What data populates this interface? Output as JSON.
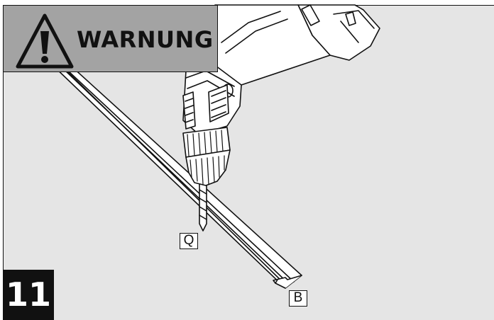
{
  "warning": {
    "label": "WARNUNG",
    "icon": "warning-triangle-icon"
  },
  "step": {
    "number": "11"
  },
  "parts": {
    "drill_bit": "Q",
    "rail": "B"
  },
  "colors": {
    "panel_background": "#e5e5e5",
    "warning_background": "#a3a3a3",
    "badge_background": "#111111",
    "line": "#111111",
    "fill": "#ffffff"
  }
}
